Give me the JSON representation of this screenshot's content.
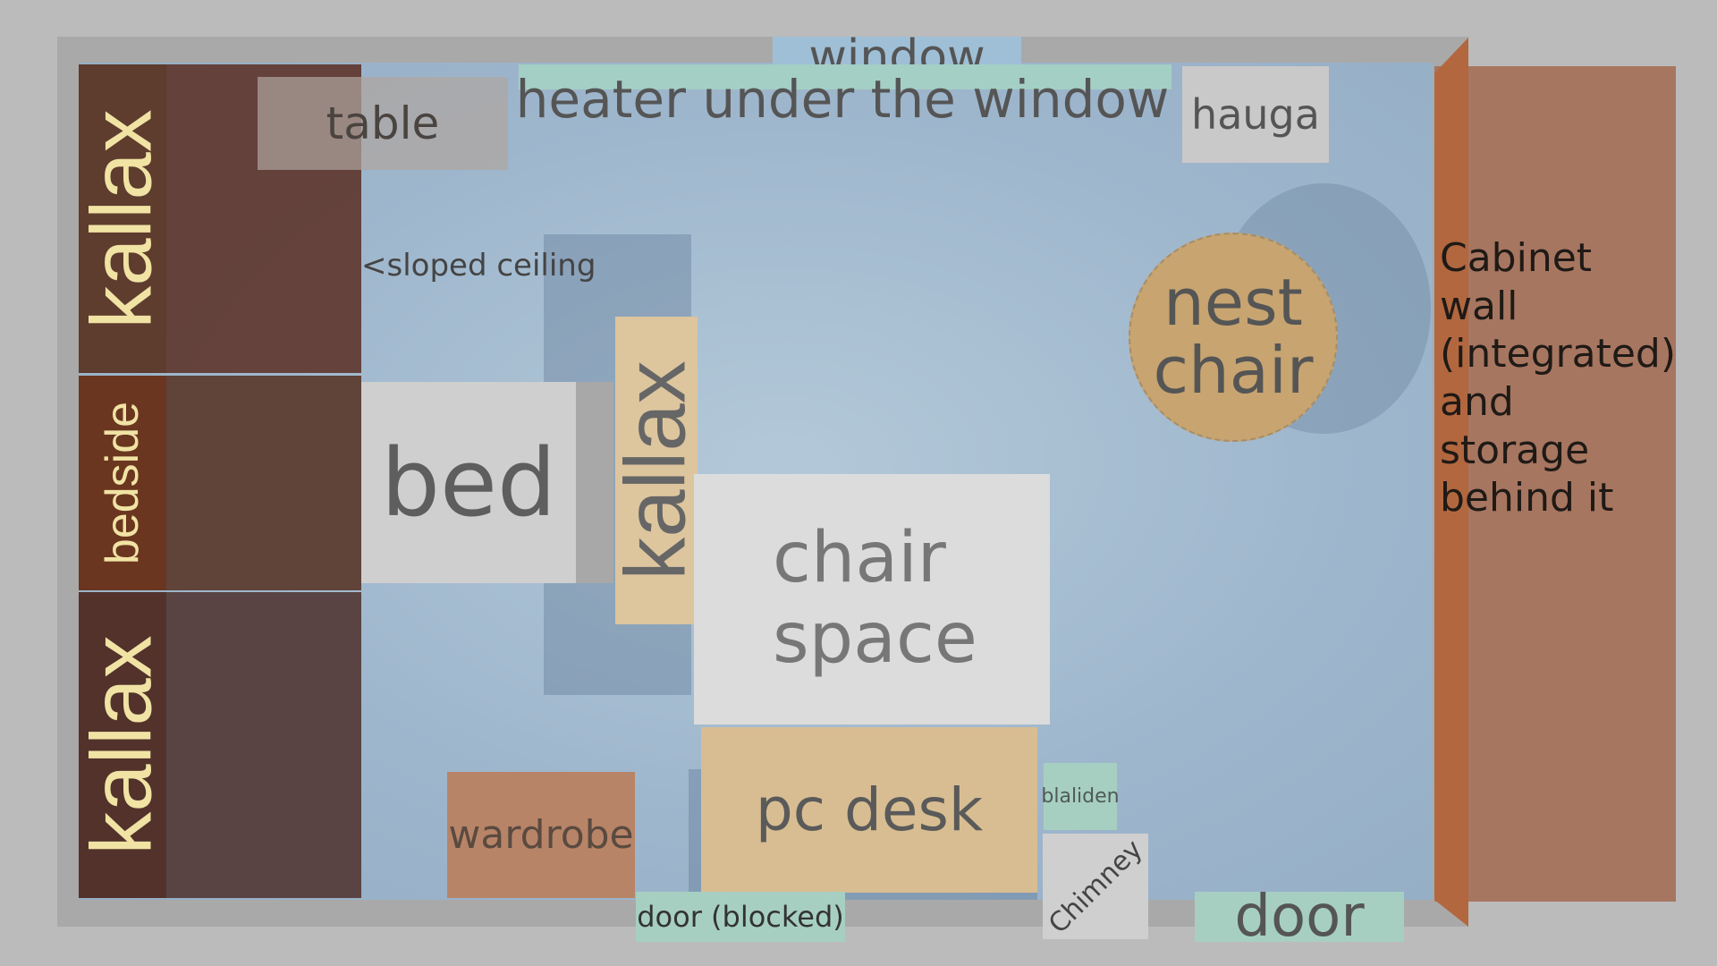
{
  "labels": {
    "kallax_top": "kallax",
    "bedside": "bedside",
    "kallax_bottom": "kallax",
    "table": "table",
    "bed": "bed",
    "kallax_mid": "kallax",
    "chair_space_line1": "chair",
    "chair_space_line2": "space",
    "pc_desk": "pc desk",
    "wardrobe": "wardrobe",
    "blaliden": "blaliden",
    "chimney": "Chimney",
    "door_blocked": "door (blocked)",
    "door": "door",
    "window": "window",
    "heater": "heater under the window",
    "hauga": "hauga",
    "nest_chair_line1": "nest",
    "nest_chair_line2": "chair",
    "sloped_ceiling": "<sloped ceiling",
    "cabinet_lines": [
      "Cabinet",
      "wall",
      "(integrated)",
      "and",
      "storage",
      "behind it"
    ]
  },
  "colors": {
    "background": "#bbbbbb",
    "floor": "#a3bbd0",
    "kallax_dark": "#5e3c2e",
    "bedside": "#6b361f",
    "kallax_text": "#f0e3a4",
    "wood_light": "#ddc59e",
    "desk": "#d8bd92",
    "wardrobe": "#b88467",
    "teal": "#a6cfc2",
    "nest_chair": "#c7a470",
    "cabinet": "#a77660",
    "cabinet_edge": "#b2673f"
  }
}
